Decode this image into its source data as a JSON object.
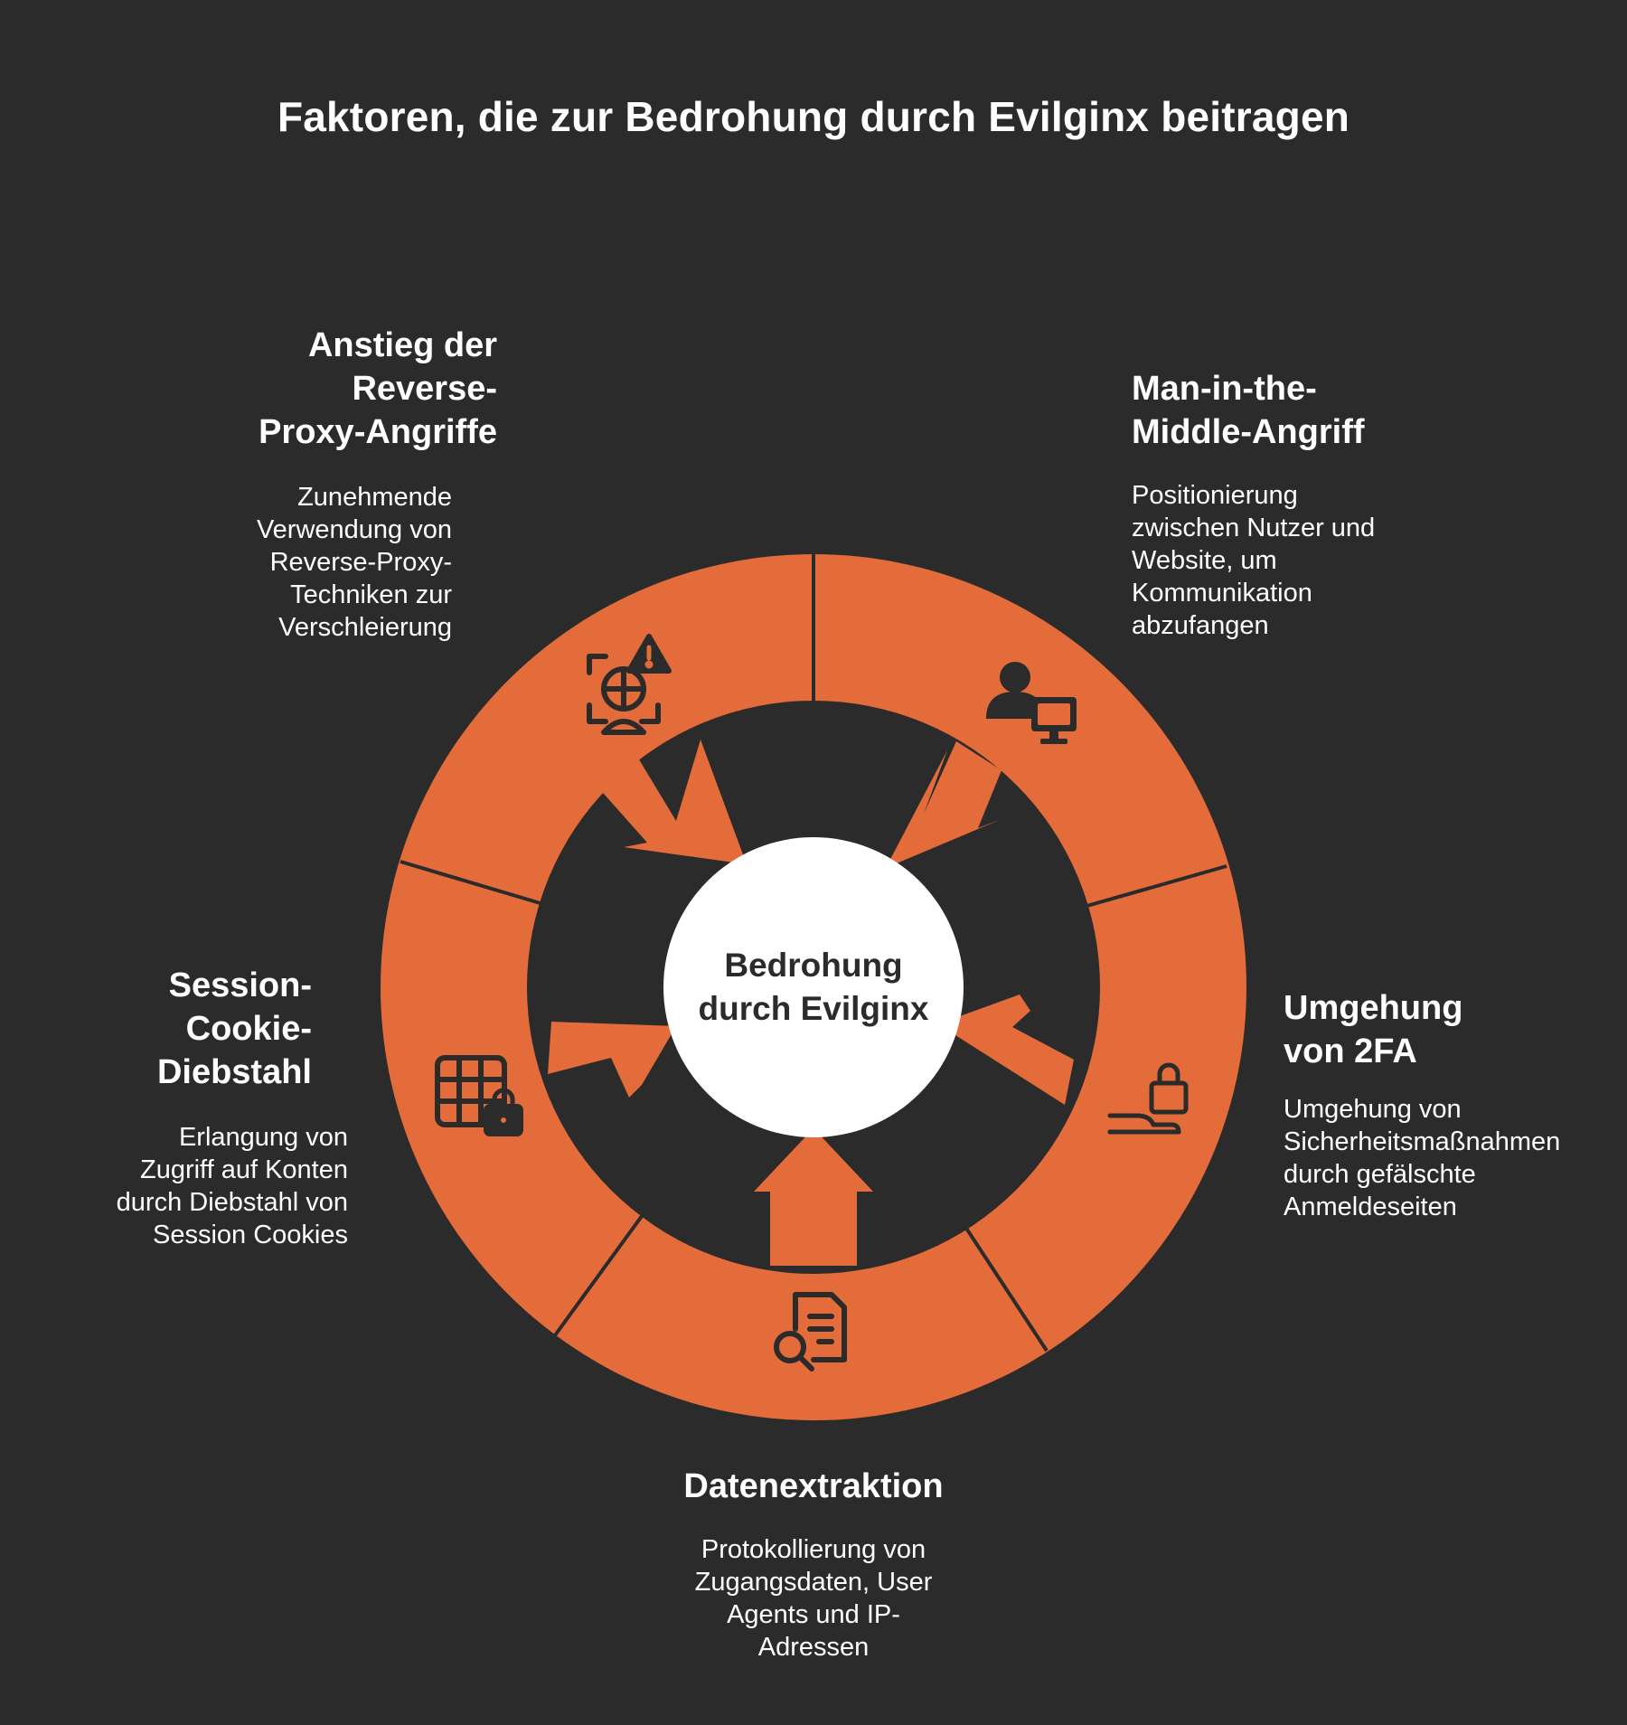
{
  "title": "Faktoren, die zur Bedrohung durch Evilginx beitragen",
  "center": {
    "line1": "Bedrohung",
    "line2": "durch Evilginx"
  },
  "colors": {
    "background": "#2b2b2b",
    "ring": "#e46b3a",
    "center": "#ffffff",
    "icon": "#2b2b2b",
    "text": "#ffffff"
  },
  "factors": [
    {
      "id": "proxy",
      "heading": "Anstieg der\nReverse-\nProxy-Angriffe",
      "description": "Zunehmende\nVerwendung von\nReverse-Proxy-\nTechniken zur\nVerschleierung",
      "icon": "monitor-warning-icon"
    },
    {
      "id": "mitm",
      "heading": "Man-in-the-\nMiddle-Angriff",
      "description": "Positionierung\nzwischen Nutzer und\nWebsite, um\nKommunikation\nabzufangen",
      "icon": "user-computer-icon"
    },
    {
      "id": "2fa",
      "heading": "Umgehung\nvon 2FA",
      "description": "Umgehung von\nSicherheitsmaßnahmen\ndurch gefälschte\nAnmeldeseiten",
      "icon": "lock-bypass-icon"
    },
    {
      "id": "data",
      "heading": "Datenextraktion",
      "description": "Protokollierung von\nZugangsdaten, User\nAgents und IP-\nAdressen",
      "icon": "document-search-icon"
    },
    {
      "id": "cookie",
      "heading": "Session-\nCookie-\nDiebstahl",
      "description": "Erlangung von\nZugriff auf Konten\ndurch Diebstahl von\nSession Cookies",
      "icon": "grid-lock-icon"
    }
  ]
}
